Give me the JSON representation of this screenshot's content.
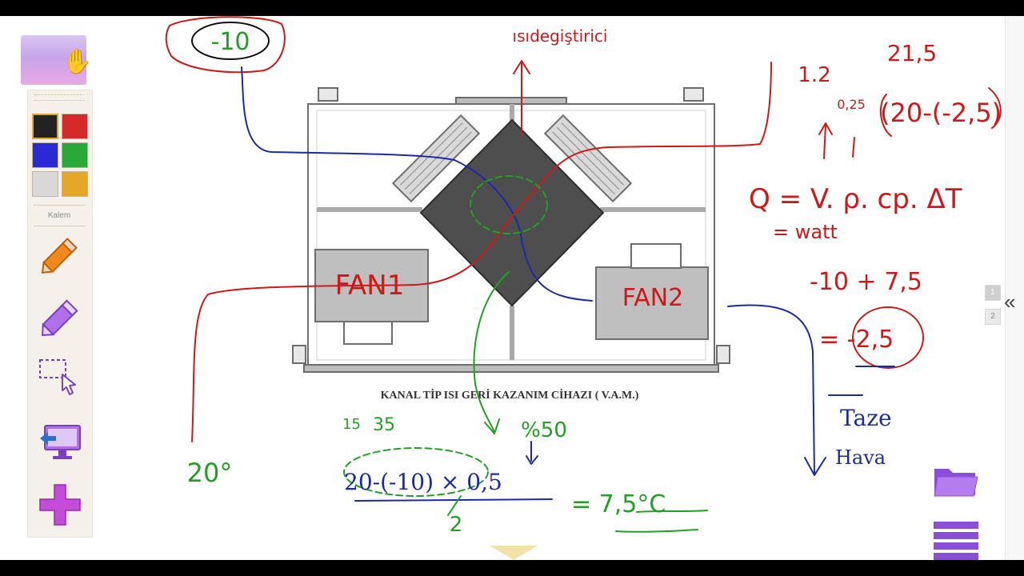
{
  "toolbar": {
    "pen_label": "Kalem",
    "colors": [
      "#222222",
      "#d42a2a",
      "#2a2ad4",
      "#2aa83a",
      "#d8d8d8",
      "#e3a82a"
    ],
    "selected_color": "#222222",
    "tools": [
      "pen-icon",
      "highlighter-icon",
      "select-icon",
      "screen-capture-icon",
      "add-page-icon"
    ]
  },
  "diagram": {
    "caption": "KANAL TİP ISI GERİ KAZANIM CİHAZI ( V.A.M.)"
  },
  "annotations": {
    "outdoor_temp": "-10",
    "heat_exchanger": "ısıdegiştirici",
    "fan1": "FAN1",
    "fan2": "FAN2",
    "indoor_temp": "20°",
    "efficiency": "%50",
    "formula_numerator": "20-(-10) × 0,5",
    "formula_denominator": "2",
    "formula_result": "= 7,5°C",
    "note_15": "15",
    "note_35": "35",
    "val_1_2": "1.2",
    "val_21_5": "21,5",
    "val_0_25": "0,25",
    "dt_expr": "(20-(-2,5)",
    "heat_eq": "Q = V. ρ. cp. ΔT",
    "unit": "= watt",
    "sum_expr": "-10 + 7,5",
    "sum_result": "= -2,5",
    "supply_word1": "Taze",
    "supply_word2": "Hava"
  },
  "pages": [
    "1",
    "2"
  ],
  "collapse_glyph": "«"
}
